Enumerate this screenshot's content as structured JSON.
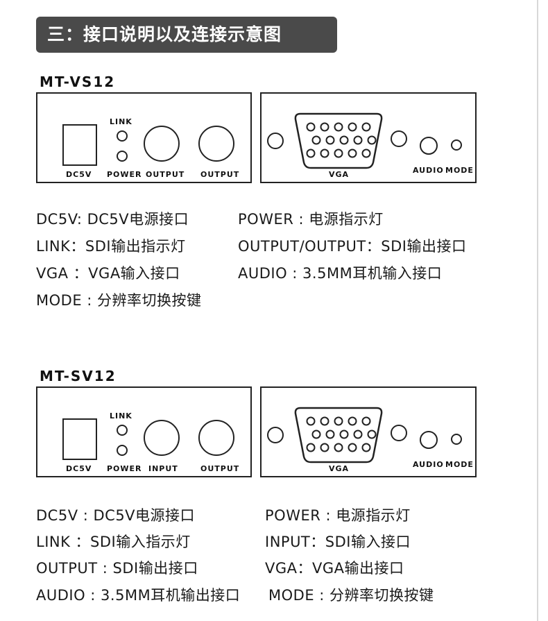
{
  "header": {
    "title": "三：接口说明以及连接示意图"
  },
  "sections": [
    {
      "model": "MT-VS12",
      "panel_left": {
        "dc_label": "DC5V",
        "link_label": "LINK",
        "power_label": "POWER",
        "port1_label": "OUTPUT",
        "port2_label": "OUTPUT"
      },
      "panel_right": {
        "vga_label": "VGA",
        "audio_label": "AUDIO",
        "mode_label": "MODE"
      },
      "descriptions": [
        "DC5V: DC5V电源接口",
        "POWER : 电源指示灯",
        "LINK：SDI输出指示灯",
        "OUTPUT/OUTPUT：SDI输出接口",
        "VGA ：VGA输入接口",
        "AUDIO : 3.5MM耳机输入接口",
        "MODE : 分辨率切换按键"
      ]
    },
    {
      "model": "MT-SV12",
      "panel_left": {
        "dc_label": "DC5V",
        "link_label": "LINK",
        "power_label": "POWER",
        "port1_label": "INPUT",
        "port2_label": "OUTPUT"
      },
      "panel_right": {
        "vga_label": "VGA",
        "audio_label": "AUDIO",
        "mode_label": "MODE"
      },
      "descriptions": [
        "DC5V : DC5V电源接口",
        "POWER : 电源指示灯",
        "LINK ：SDI输入指示灯",
        "INPUT：SDI输入接口",
        "OUTPUT : SDI输出接口",
        "VGA：VGA输出接口",
        "AUDIO : 3.5MM耳机输出接口",
        "MODE : 分辨率切换按键"
      ]
    }
  ]
}
